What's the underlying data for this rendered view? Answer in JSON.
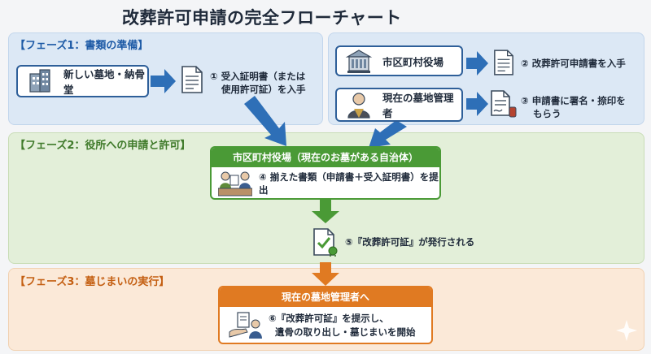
{
  "title": "改葬許可申請の完全フローチャート",
  "phases": {
    "p1": "【フェーズ1：書類の準備】",
    "p2": "【フェーズ2：役所への申請と許可】",
    "p3": "【フェーズ3：墓じまいの実行】"
  },
  "cards": {
    "new_grave": "新しい墓地・納骨堂",
    "city_office": "市区町村役場",
    "current_manager": "現在の墓地管理者"
  },
  "steps": {
    "s1_line1": "① 受入証明書（または",
    "s1_line2": "使用許可証）を入手",
    "s2": "② 改葬許可申請書を入手",
    "s3_line1": "③ 申請書に署名・捺印を",
    "s3_line2": "もらう",
    "s4": "④ 揃えた書類（申請書＋受入証明書）を提出",
    "s5": "⑤『改葬許可証』が発行される",
    "s6_line1": "⑥『改葬許可証』を提示し、",
    "s6_line2": "遺骨の取り出し・墓じまいを開始"
  },
  "boxes": {
    "office_header": "市区町村役場（現在のお墓がある自治体）",
    "manager_header": "現在の墓地管理者へ"
  },
  "colors": {
    "blue": "#2e6fb7",
    "green": "#4a9a36",
    "orange": "#e07a22"
  }
}
